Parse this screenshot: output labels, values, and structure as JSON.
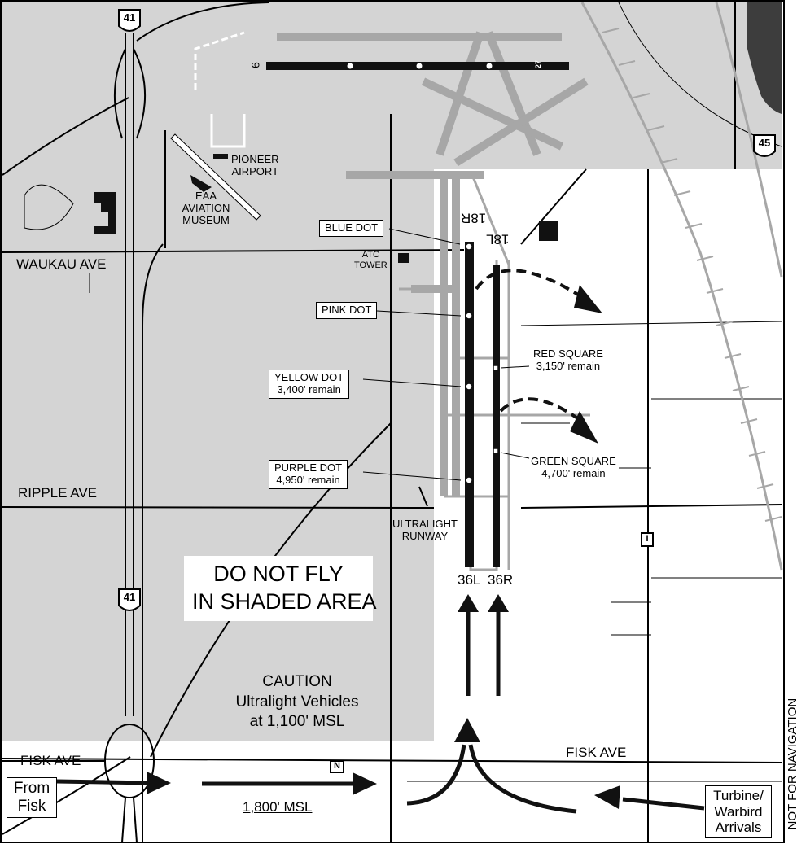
{
  "roads": {
    "waukau": "WAUKAU AVE",
    "ripple": "RIPPLE AVE",
    "fisk_left": "FISK AVE",
    "fisk_right": "FISK AVE"
  },
  "shields": {
    "us41_top": "41",
    "us41_mid": "41",
    "us45": "45",
    "n_marker": "N",
    "i_marker": "I"
  },
  "places": {
    "pioneer_line1": "PIONEER",
    "pioneer_line2": "AIRPORT",
    "eaa_line1": "EAA",
    "eaa_line2": "AVIATION",
    "eaa_line3": "MUSEUM",
    "atc_line1": "ATC",
    "atc_line2": "TOWER",
    "ultralight_line1": "ULTRALIGHT",
    "ultralight_line2": "RUNWAY"
  },
  "runways": {
    "top_left_end": "9",
    "top_right_end": "27",
    "r18R": "18R",
    "r18L": "18L",
    "r36L": "36L",
    "r36R": "36R"
  },
  "markers": {
    "blue": "BLUE DOT",
    "pink": "PINK DOT",
    "yellow_title": "YELLOW DOT",
    "yellow_remain": "3,400' remain",
    "purple_title": "PURPLE DOT",
    "purple_remain": "4,950' remain",
    "red_title": "RED SQUARE",
    "red_remain": "3,150' remain",
    "green_title": "GREEN SQUARE",
    "green_remain": "4,700' remain"
  },
  "warning": {
    "line1": "DO NOT FLY",
    "line2": "IN SHADED AREA"
  },
  "caution": {
    "line1": "CAUTION",
    "line2": "Ultralight Vehicles",
    "line3": "at 1,100' MSL"
  },
  "arrivals": {
    "from_line1": "From",
    "from_line2": "Fisk",
    "altitude": "1,800' MSL",
    "turbine_line1": "Turbine/",
    "turbine_line2": "Warbird",
    "turbine_line3": "Arrivals"
  },
  "disclaimer": "NOT FOR NAVIGATION",
  "colors": {
    "shade": "#d4d4d4",
    "taxiway": "#a7a7a7",
    "runway": "#111111"
  }
}
